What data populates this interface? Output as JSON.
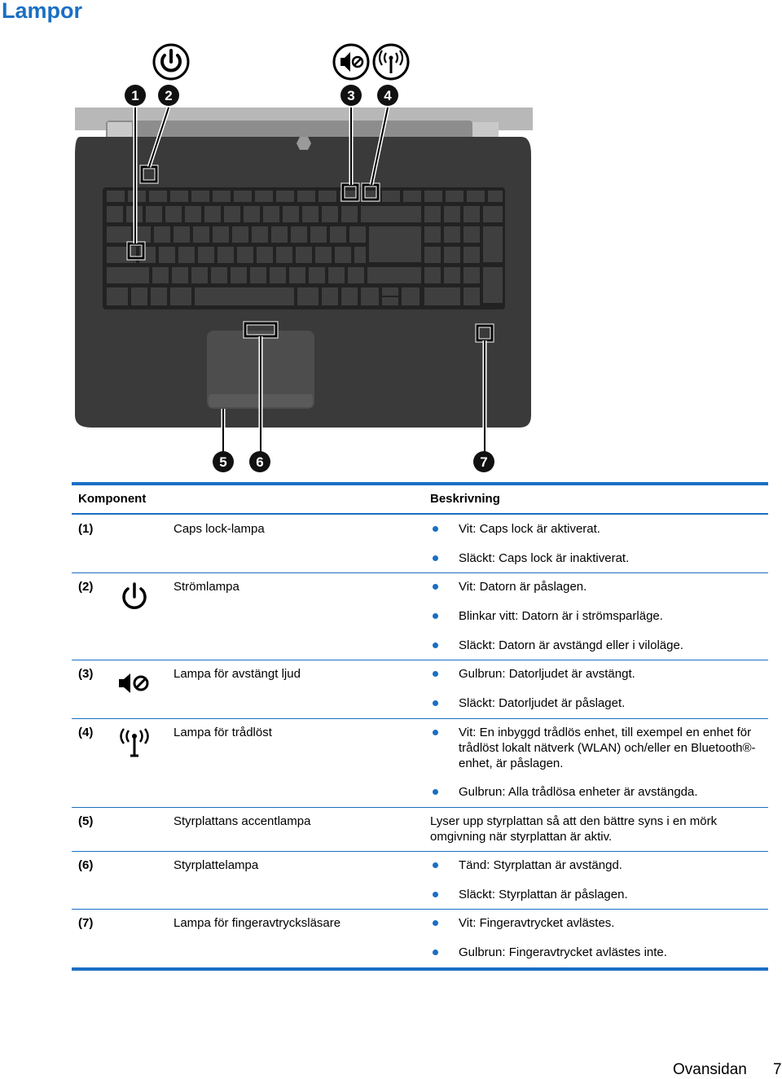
{
  "page": {
    "heading": "Lampor",
    "footer_section": "Ovansidan",
    "footer_page": "7"
  },
  "figure": {
    "callouts": [
      "1",
      "2",
      "3",
      "4",
      "5",
      "6",
      "7"
    ],
    "icons": [
      "power-icon",
      "mute-icon",
      "wireless-icon"
    ]
  },
  "table": {
    "header_component": "Komponent",
    "header_description": "Beskrivning",
    "rows": [
      {
        "num": "(1)",
        "name": "Caps lock-lampa",
        "icon": "",
        "items": [
          "Vit: Caps lock är aktiverat.",
          "Släckt: Caps lock är inaktiverat."
        ]
      },
      {
        "num": "(2)",
        "name": "Strömlampa",
        "icon": "power-icon",
        "items": [
          "Vit: Datorn är påslagen.",
          "Blinkar vitt: Datorn är i strömsparläge.",
          "Släckt: Datorn är avstängd eller i viloläge."
        ]
      },
      {
        "num": "(3)",
        "name": "Lampa för avstängt ljud",
        "icon": "mute-icon",
        "items": [
          "Gulbrun: Datorljudet är avstängt.",
          "Släckt: Datorljudet är påslaget."
        ]
      },
      {
        "num": "(4)",
        "name": "Lampa för trådlöst",
        "icon": "wireless-icon",
        "item1_lines": [
          "Vit: En inbyggd trådlös enhet, till exempel en enhet för",
          "trådlöst lokalt nätverk (WLAN) och/eller en Bluetooth®-",
          "enhet, är påslagen."
        ],
        "item2": "Gulbrun: Alla trådlösa enheter är avstängda."
      },
      {
        "num": "(5)",
        "name": "Styrplattans accentlampa",
        "icon": "",
        "plain_lines": [
          "Lyser upp styrplattan så att den bättre syns i en mörk",
          "omgivning när styrplattan är aktiv."
        ]
      },
      {
        "num": "(6)",
        "name": "Styrplattelampa",
        "icon": "",
        "items": [
          "Tänd: Styrplattan är avstängd.",
          "Släckt: Styrplattan är påslagen."
        ]
      },
      {
        "num": "(7)",
        "name": "Lampa för fingeravtrycksläsare",
        "icon": "",
        "items": [
          "Vit: Fingeravtrycket avlästes.",
          "Gulbrun: Fingeravtrycket avlästes inte."
        ]
      }
    ]
  }
}
